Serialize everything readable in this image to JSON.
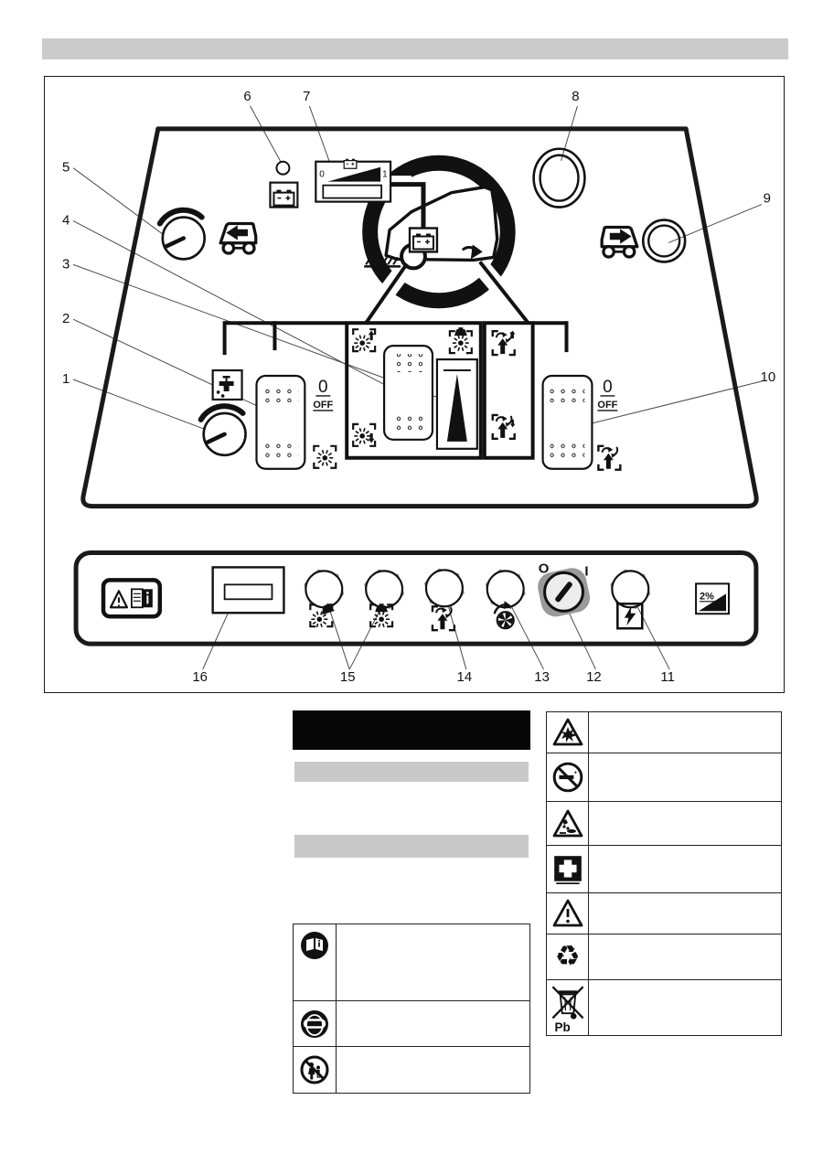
{
  "callouts": [
    "1",
    "2",
    "3",
    "4",
    "5",
    "6",
    "7",
    "8",
    "9",
    "10",
    "11",
    "12",
    "13",
    "14",
    "15",
    "16"
  ],
  "panel": {
    "battery_gauge": {
      "min": "0",
      "max": "1"
    },
    "left_rocker": {
      "zero": "0",
      "off": "OFF"
    },
    "right_rocker": {
      "zero": "0",
      "off": "OFF"
    },
    "key_switch": {
      "off": "O",
      "on": "I"
    },
    "incline_plate": "2%"
  },
  "icons": [
    "battery-icon",
    "battery-charge-gauge",
    "water-tap-icon",
    "water-knob",
    "speed-knob",
    "transport-reverse-icon",
    "transport-forward-icon",
    "machine-sweep-cycle-icon",
    "side-brush-raise-icon",
    "side-brush-lower-icon",
    "brush-contact-pressure-icon",
    "container-raise-icon",
    "container-lower-icon",
    "warning-read-manual-plate",
    "side-brush-fuse-icon",
    "roller-brush-fuse-icon",
    "container-fuse-icon",
    "suction-fan-fuse-icon",
    "power-fuse-icon",
    "incline-plate-icon",
    "key-switch"
  ],
  "symbol_tables": {
    "right": {
      "rows": [
        {
          "icon": "explosion-hazard-icon",
          "text": ""
        },
        {
          "icon": "no-smoking-icon",
          "text": ""
        },
        {
          "icon": "corrosive-hazard-icon",
          "text": ""
        },
        {
          "icon": "first-aid-icon",
          "text": ""
        },
        {
          "icon": "general-warning-icon",
          "text": ""
        },
        {
          "icon": "recycling-icon",
          "glyph": "♻",
          "text": ""
        },
        {
          "icon": "lead-disposal-icon",
          "label": "Pb",
          "text": ""
        }
      ]
    },
    "middle": {
      "rows": [
        {
          "icon": "read-operating-instructions-icon",
          "text": ""
        },
        {
          "icon": "wear-eye-protection-icon",
          "text": ""
        },
        {
          "icon": "no-children-icon",
          "text": ""
        }
      ]
    }
  }
}
